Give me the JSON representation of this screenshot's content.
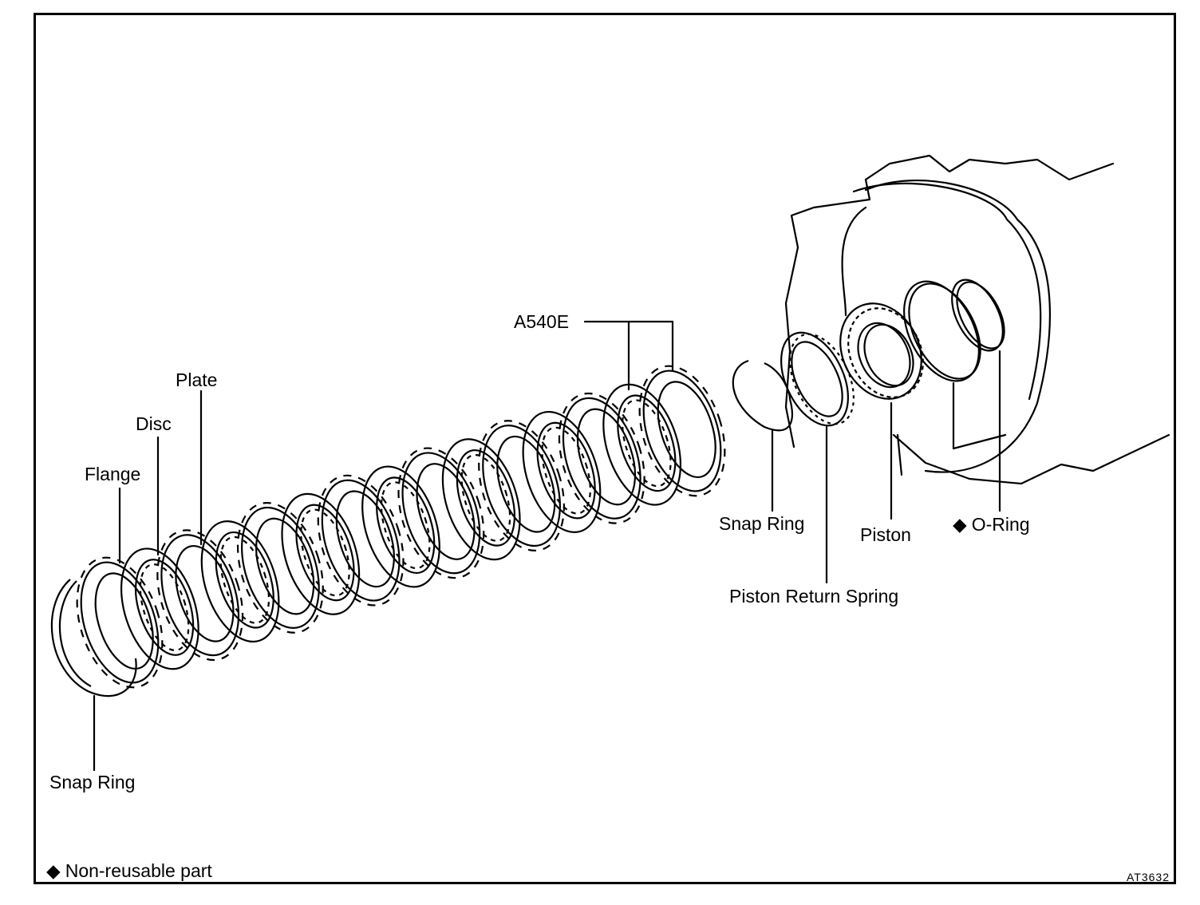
{
  "labels": {
    "model": "A540E",
    "plate": "Plate",
    "disc": "Disc",
    "flange": "Flange",
    "snap_ring_left": "Snap Ring",
    "snap_ring_right": "Snap Ring",
    "piston": "Piston",
    "o_ring": "O-Ring",
    "piston_return_spring": "Piston Return Spring"
  },
  "legend": {
    "symbol": "◆",
    "text": "Non-reusable part"
  },
  "figure_code": "AT3632",
  "colors": {
    "line": "#000000",
    "background": "#ffffff"
  }
}
